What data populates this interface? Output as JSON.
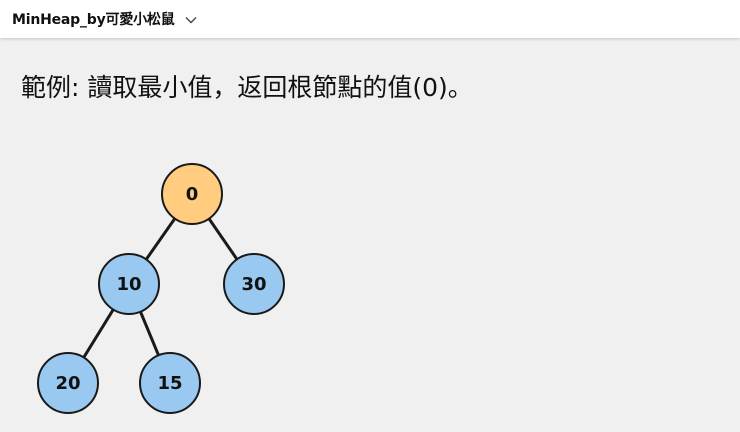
{
  "window": {
    "title": "MinHeap_by可愛小松鼠"
  },
  "main": {
    "heading": "範例: 讀取最小值，返回根節點的值(0)。"
  },
  "colors": {
    "root_fill": "#ffcc80",
    "node_fill": "#99c8f0",
    "edge_stroke": "#1a1a1a"
  },
  "tree": {
    "nodes": [
      {
        "id": "root",
        "label": "0",
        "highlight": true
      },
      {
        "id": "left",
        "label": "10",
        "highlight": false
      },
      {
        "id": "right",
        "label": "30",
        "highlight": false
      },
      {
        "id": "left-left",
        "label": "20",
        "highlight": false
      },
      {
        "id": "left-right",
        "label": "15",
        "highlight": false
      }
    ],
    "edges": [
      [
        "root",
        "left"
      ],
      [
        "root",
        "right"
      ],
      [
        "left",
        "left-left"
      ],
      [
        "left",
        "left-right"
      ]
    ]
  }
}
